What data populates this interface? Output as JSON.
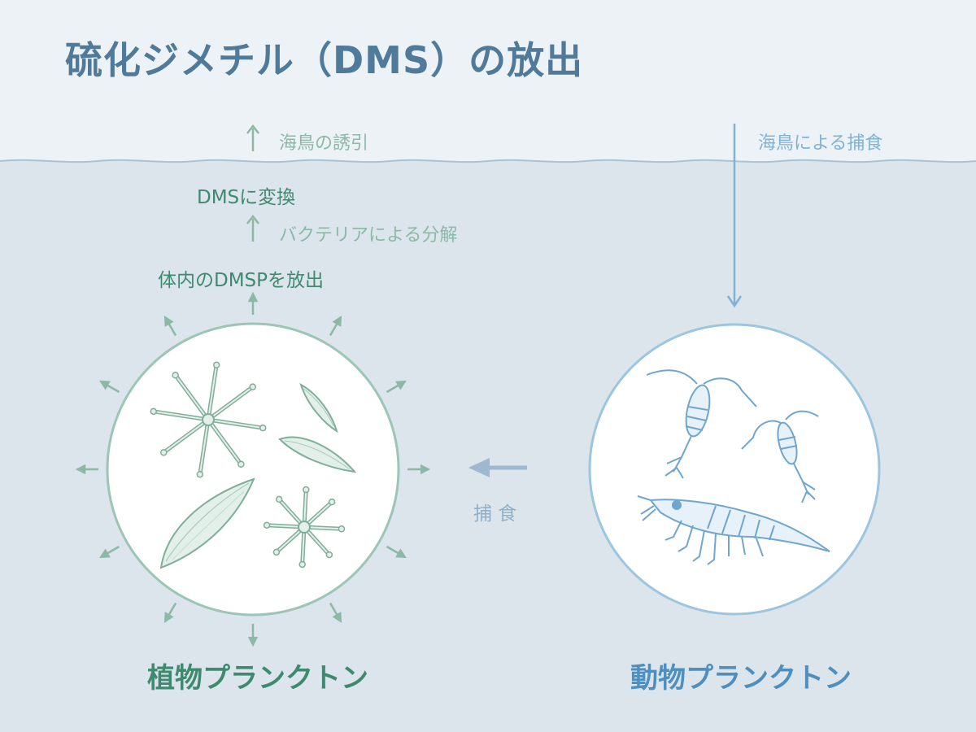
{
  "title": "硫化ジメチル（DMS）の放出",
  "labels": {
    "seabird_attraction": "海鳥の誘引",
    "converted_to_dms": "DMSに変換",
    "bacterial_decomposition": "バクテリアによる分解",
    "dmsp_release": "体内のDMSPを放出",
    "seabird_predation": "海鳥による捕食",
    "predation": "捕 食",
    "phytoplankton": "植物プランクトン",
    "zooplankton": "動物プランクトン"
  },
  "colors": {
    "sky": "#edf2f6",
    "sea": "#dde5ec",
    "title": "#4f7a9a",
    "green_dark": "#3f8a6e",
    "green_light": "#8cb8a6",
    "blue_dark": "#4f8fbf",
    "blue_light": "#7fb2d6"
  },
  "icons": {
    "phytoplankton": [
      "diatom-star-icon",
      "pennate-diatom-icon",
      "pennate-diatom-icon",
      "pennate-diatom-icon",
      "diatom-star-icon"
    ],
    "zooplankton": [
      "copepod-icon",
      "copepod-icon",
      "krill-icon"
    ]
  }
}
